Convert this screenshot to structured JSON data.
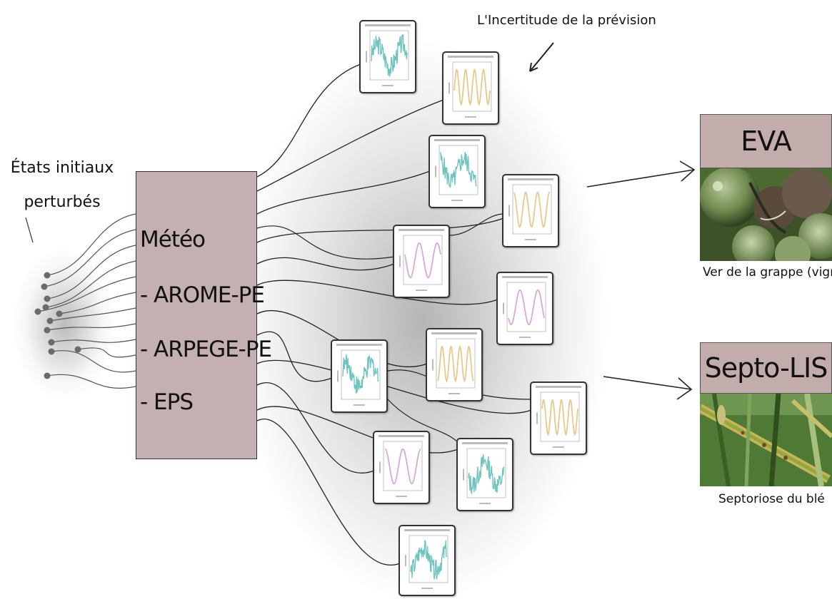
{
  "labels": {
    "initial_states": [
      "États initiaux",
      "perturbés"
    ],
    "uncertainty": "L'Incertitude de la prévision"
  },
  "meteo": {
    "lines": [
      "Météo",
      "- AROME-PE",
      "- ARPEGE-PE",
      "- EPS"
    ]
  },
  "models": [
    {
      "name": "EVA",
      "caption": "Ver de la grappe (vigne)"
    },
    {
      "name": "Septo-LIS",
      "caption": "Septoriose du blé"
    }
  ],
  "forecast_panels": [
    {
      "style": "noisy",
      "color": "#6ec5c0"
    },
    {
      "style": "smooth4",
      "color": "#e8c98a"
    },
    {
      "style": "noisy",
      "color": "#6ec5c0"
    },
    {
      "style": "smooth3",
      "color": "#e8c98a"
    },
    {
      "style": "smooth2",
      "color": "#d7a9dc"
    },
    {
      "style": "smooth2",
      "color": "#d7a9dc"
    },
    {
      "style": "smooth4",
      "color": "#e8c98a"
    },
    {
      "style": "noisy",
      "color": "#6ec5c0"
    },
    {
      "style": "smooth4",
      "color": "#e8c98a"
    },
    {
      "style": "smooth2",
      "color": "#d7a9dc"
    },
    {
      "style": "noisy",
      "color": "#6ec5c0"
    },
    {
      "style": "noisy",
      "color": "#6ec5c0"
    }
  ],
  "colors": {
    "meteo_box": "#c4b0b0",
    "model_header": "#c2acac",
    "teal_series": "#6ec5c0",
    "yellow_series": "#e8c98a",
    "purple_series": "#d7a9dc"
  }
}
